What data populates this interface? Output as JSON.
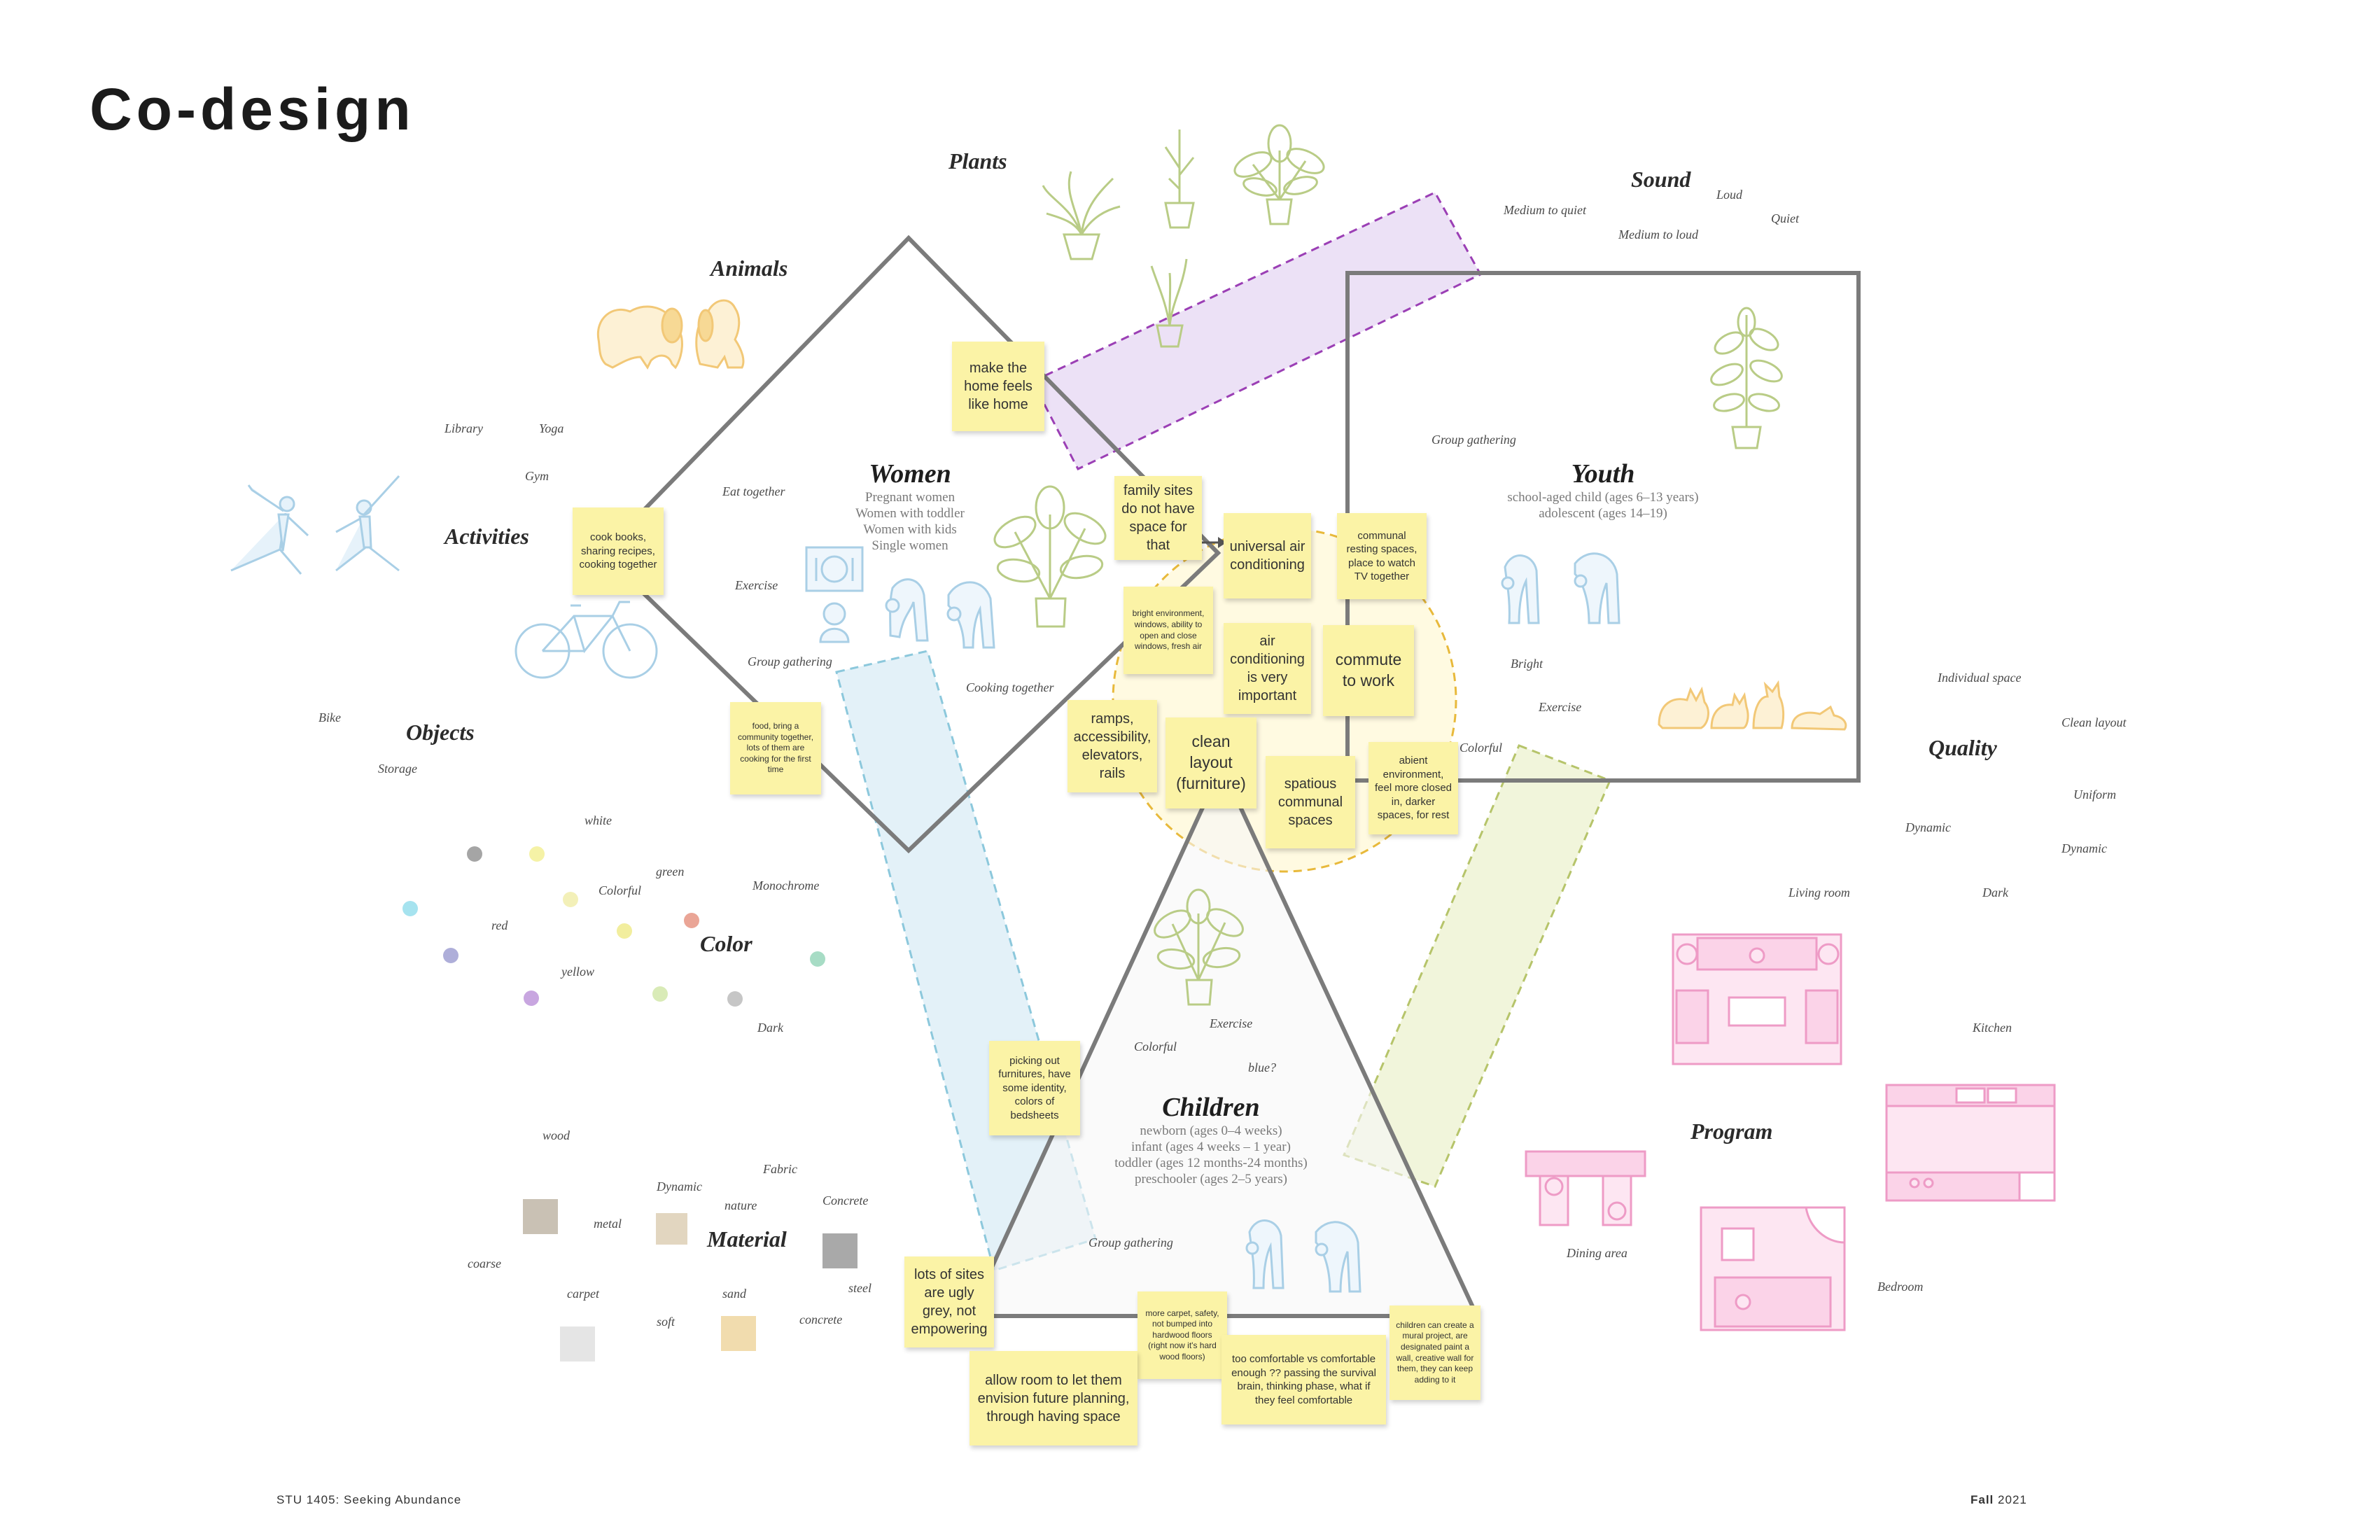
{
  "page": {
    "title": "Co-design",
    "footer_left": "STU 1405: Seeking Abundance",
    "footer_right_bold": "Fall",
    "footer_right_year": "2021"
  },
  "categories": {
    "plants": "Plants",
    "animals": "Animals",
    "sound": "Sound",
    "activities": "Activities",
    "objects": "Objects",
    "color": "Color",
    "quality": "Quality",
    "material": "Material",
    "program": "Program"
  },
  "groups": {
    "women": {
      "title": "Women",
      "lines": [
        "Pregnant women",
        "Women with toddler",
        "Women with kids",
        "Single women"
      ]
    },
    "youth": {
      "title": "Youth",
      "lines": [
        "school-aged child (ages 6–13 years)",
        "adolescent (ages 14–19)"
      ]
    },
    "children": {
      "title": "Children",
      "lines": [
        "newborn (ages 0–4 weeks)",
        "infant (ages 4 weeks – 1 year)",
        "toddler (ages 12 months-24 months)",
        "preschooler (ages 2–5 years)"
      ]
    }
  },
  "labels": {
    "sound": {
      "medium_to_quiet": "Medium to quiet",
      "loud": "Loud",
      "medium_to_loud": "Medium to loud",
      "quiet": "Quiet"
    },
    "activities": {
      "library": "Library",
      "yoga": "Yoga",
      "gym": "Gym",
      "eat_together": "Eat together",
      "exercise": "Exercise",
      "group_gathering": "Group gathering",
      "cooking_together": "Cooking together"
    },
    "objects": {
      "bike": "Bike",
      "storage": "Storage"
    },
    "color": {
      "white": "white",
      "green": "green",
      "colorful": "Colorful",
      "monochrome": "Monochrome",
      "red": "red",
      "yellow": "yellow",
      "dark": "Dark"
    },
    "youth": {
      "group_gathering": "Group gathering",
      "bright": "Bright",
      "exercise": "Exercise",
      "colorful": "Colorful"
    },
    "quality": {
      "individual_space": "Individual space",
      "clean_layout": "Clean layout",
      "uniform": "Uniform",
      "dynamic_1": "Dynamic",
      "dynamic_2": "Dynamic",
      "dark": "Dark"
    },
    "program": {
      "living_room": "Living room",
      "kitchen": "Kitchen",
      "dining_area": "Dining area",
      "bedroom": "Bedroom"
    },
    "children": {
      "exercise": "Exercise",
      "colorful": "Colorful",
      "blue": "blue?",
      "group_gathering": "Group gathering"
    },
    "material": {
      "wood": "wood",
      "dynamic": "Dynamic",
      "fabric": "Fabric",
      "nature": "nature",
      "concrete_1": "Concrete",
      "metal": "metal",
      "coarse": "coarse",
      "carpet": "carpet",
      "sand": "sand",
      "steel": "steel",
      "soft": "soft",
      "concrete_2": "concrete"
    }
  },
  "notes": {
    "make_home": "make the home feels like home",
    "cook_books": "cook books, sharing recipes, cooking together",
    "family_sites": "family sites do not have space for that",
    "universal_air": "universal air conditioning",
    "communal_resting": "communal resting spaces, place to watch TV together",
    "bright_env": "bright environment, windows, ability to open and close windows, fresh air",
    "air_cond": "air conditioning is very important",
    "commute": "commute to work",
    "food_bring": "food, bring a community together, lots of them are cooking for the first time",
    "ramps": "ramps, accessibility, elevators, rails",
    "clean_layout": "clean layout (furniture)",
    "spatious": "spatious communal spaces",
    "abient": "abient environment, feel more closed in, darker spaces, for rest",
    "picking": "picking out furnitures, have some identity, colors of bedsheets",
    "ugly_grey": "lots of sites are ugly grey, not empowering",
    "more_carpet": "more carpet, safety, not bumped into hardwood floors (right now it's hard wood floors)",
    "allow_room": "allow room to let them envision future planning, through having space",
    "too_comfortable": "too comfortable vs comfortable enough ?? passing the survival brain, thinking phase, what if they feel comfortable",
    "mural": "children can create a mural project, are designated paint a wall, creative wall for them, they can keep adding to it"
  },
  "colors": {
    "shape_stroke": "#7b7b7b",
    "note_fill": "#fbf3a6",
    "purple_band": "#e6d7f3",
    "blue_band": "#dcedf6",
    "green_band": "#eef3d2",
    "yellow_circle": "#fff9dc",
    "plant": "#b9cc86",
    "animal": "#f2c877",
    "person": "#a9cfe6",
    "furniture": "#ee9bc6"
  },
  "icons": [
    "plant-icon",
    "dog-icon",
    "cat-icon",
    "yoga-person-icon",
    "bike-icon",
    "dining-icon",
    "stretch-person-icon",
    "sofa-layout-icon",
    "kitchen-icon",
    "dining-table-icon",
    "bed-icon",
    "material-swatch-icon"
  ]
}
